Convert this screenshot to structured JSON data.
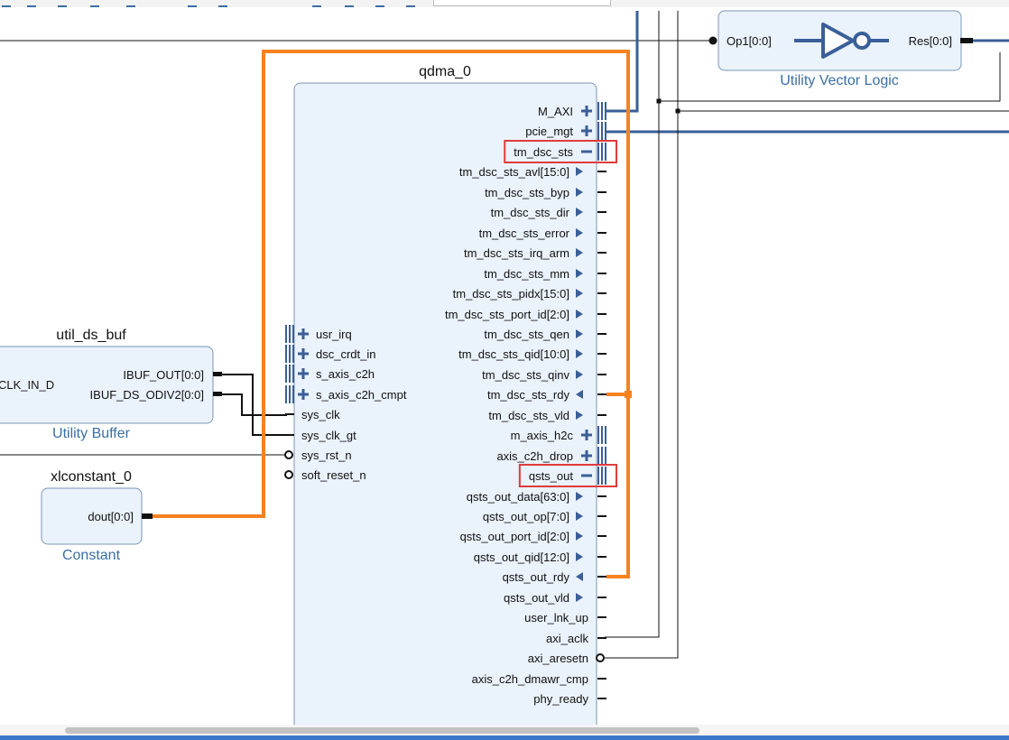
{
  "colors": {
    "block_fill": "#eaf2fb",
    "block_border": "#7b96b5",
    "bus_blue": "#3a5f98",
    "orange_net": "#f6821f",
    "highlight_red": "#e03b3b",
    "wire_black": "#111111"
  },
  "blocks": {
    "qdma": {
      "title": "qdma_0",
      "left_pins": [
        {
          "label": "usr_irq",
          "kind": "bus"
        },
        {
          "label": "dsc_crdt_in",
          "kind": "bus"
        },
        {
          "label": "s_axis_c2h",
          "kind": "bus"
        },
        {
          "label": "s_axis_c2h_cmpt",
          "kind": "bus"
        },
        {
          "label": "sys_clk",
          "kind": "wire"
        },
        {
          "label": "sys_clk_gt",
          "kind": "wire"
        },
        {
          "label": "sys_rst_n",
          "kind": "bubble"
        },
        {
          "label": "soft_reset_n",
          "kind": "bubble"
        }
      ],
      "right_pins": [
        {
          "label": "M_AXI",
          "kind": "bus-plus"
        },
        {
          "label": "pcie_mgt",
          "kind": "bus-plus"
        },
        {
          "label": "tm_dsc_sts",
          "kind": "bus-minus",
          "highlight": true
        },
        {
          "label": "tm_dsc_sts_avl[15:0]",
          "kind": "out"
        },
        {
          "label": "tm_dsc_sts_byp",
          "kind": "out"
        },
        {
          "label": "tm_dsc_sts_dir",
          "kind": "out"
        },
        {
          "label": "tm_dsc_sts_error",
          "kind": "out"
        },
        {
          "label": "tm_dsc_sts_irq_arm",
          "kind": "out"
        },
        {
          "label": "tm_dsc_sts_mm",
          "kind": "out"
        },
        {
          "label": "tm_dsc_sts_pidx[15:0]",
          "kind": "out"
        },
        {
          "label": "tm_dsc_sts_port_id[2:0]",
          "kind": "out"
        },
        {
          "label": "tm_dsc_sts_qen",
          "kind": "out"
        },
        {
          "label": "tm_dsc_sts_qid[10:0]",
          "kind": "out"
        },
        {
          "label": "tm_dsc_sts_qinv",
          "kind": "out"
        },
        {
          "label": "tm_dsc_sts_rdy",
          "kind": "in"
        },
        {
          "label": "tm_dsc_sts_vld",
          "kind": "out"
        },
        {
          "label": "m_axis_h2c",
          "kind": "bus-plus"
        },
        {
          "label": "axis_c2h_drop",
          "kind": "bus-plus"
        },
        {
          "label": "qsts_out",
          "kind": "bus-minus",
          "highlight": true
        },
        {
          "label": "qsts_out_data[63:0]",
          "kind": "out"
        },
        {
          "label": "qsts_out_op[7:0]",
          "kind": "out"
        },
        {
          "label": "qsts_out_port_id[2:0]",
          "kind": "out"
        },
        {
          "label": "qsts_out_qid[12:0]",
          "kind": "out"
        },
        {
          "label": "qsts_out_rdy",
          "kind": "in"
        },
        {
          "label": "qsts_out_vld",
          "kind": "out"
        },
        {
          "label": "user_lnk_up",
          "kind": "plain"
        },
        {
          "label": "axi_aclk",
          "kind": "plain"
        },
        {
          "label": "axi_aresetn",
          "kind": "bubble"
        },
        {
          "label": "axis_c2h_dmawr_cmp",
          "kind": "plain"
        },
        {
          "label": "phy_ready",
          "kind": "plain"
        }
      ]
    },
    "util_ds_buf": {
      "title": "util_ds_buf",
      "subtitle": "Utility Buffer",
      "left_pin": "CLK_IN_D",
      "right_pins": [
        "IBUF_OUT[0:0]",
        "IBUF_DS_ODIV2[0:0]"
      ]
    },
    "xlconstant": {
      "title": "xlconstant_0",
      "subtitle": "Constant",
      "pin": "dout[0:0]"
    },
    "uvl": {
      "subtitle": "Utility Vector Logic",
      "in_pin": "Op1[0:0]",
      "out_pin": "Res[0:0]"
    }
  }
}
